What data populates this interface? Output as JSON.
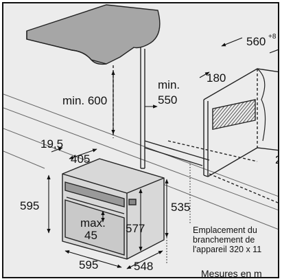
{
  "dimensions": {
    "height_595": "595",
    "height_535": "535",
    "height_577": "577",
    "width_595": "595",
    "depth_548": "548",
    "offset_19_5": "19,5",
    "width_405": "405",
    "max_label": "max.",
    "max_value": "45",
    "min_600": "min. 600",
    "min_label": "min.",
    "min_550": "550",
    "depth_180": "180",
    "width_560": "560",
    "width_560_tolerance": "+8",
    "partial_right": "2"
  },
  "note": {
    "line1": "Emplacement du",
    "line2": "branchement de",
    "line3": "l'appareil 320 x 11"
  },
  "caption": "Mesures en m"
}
